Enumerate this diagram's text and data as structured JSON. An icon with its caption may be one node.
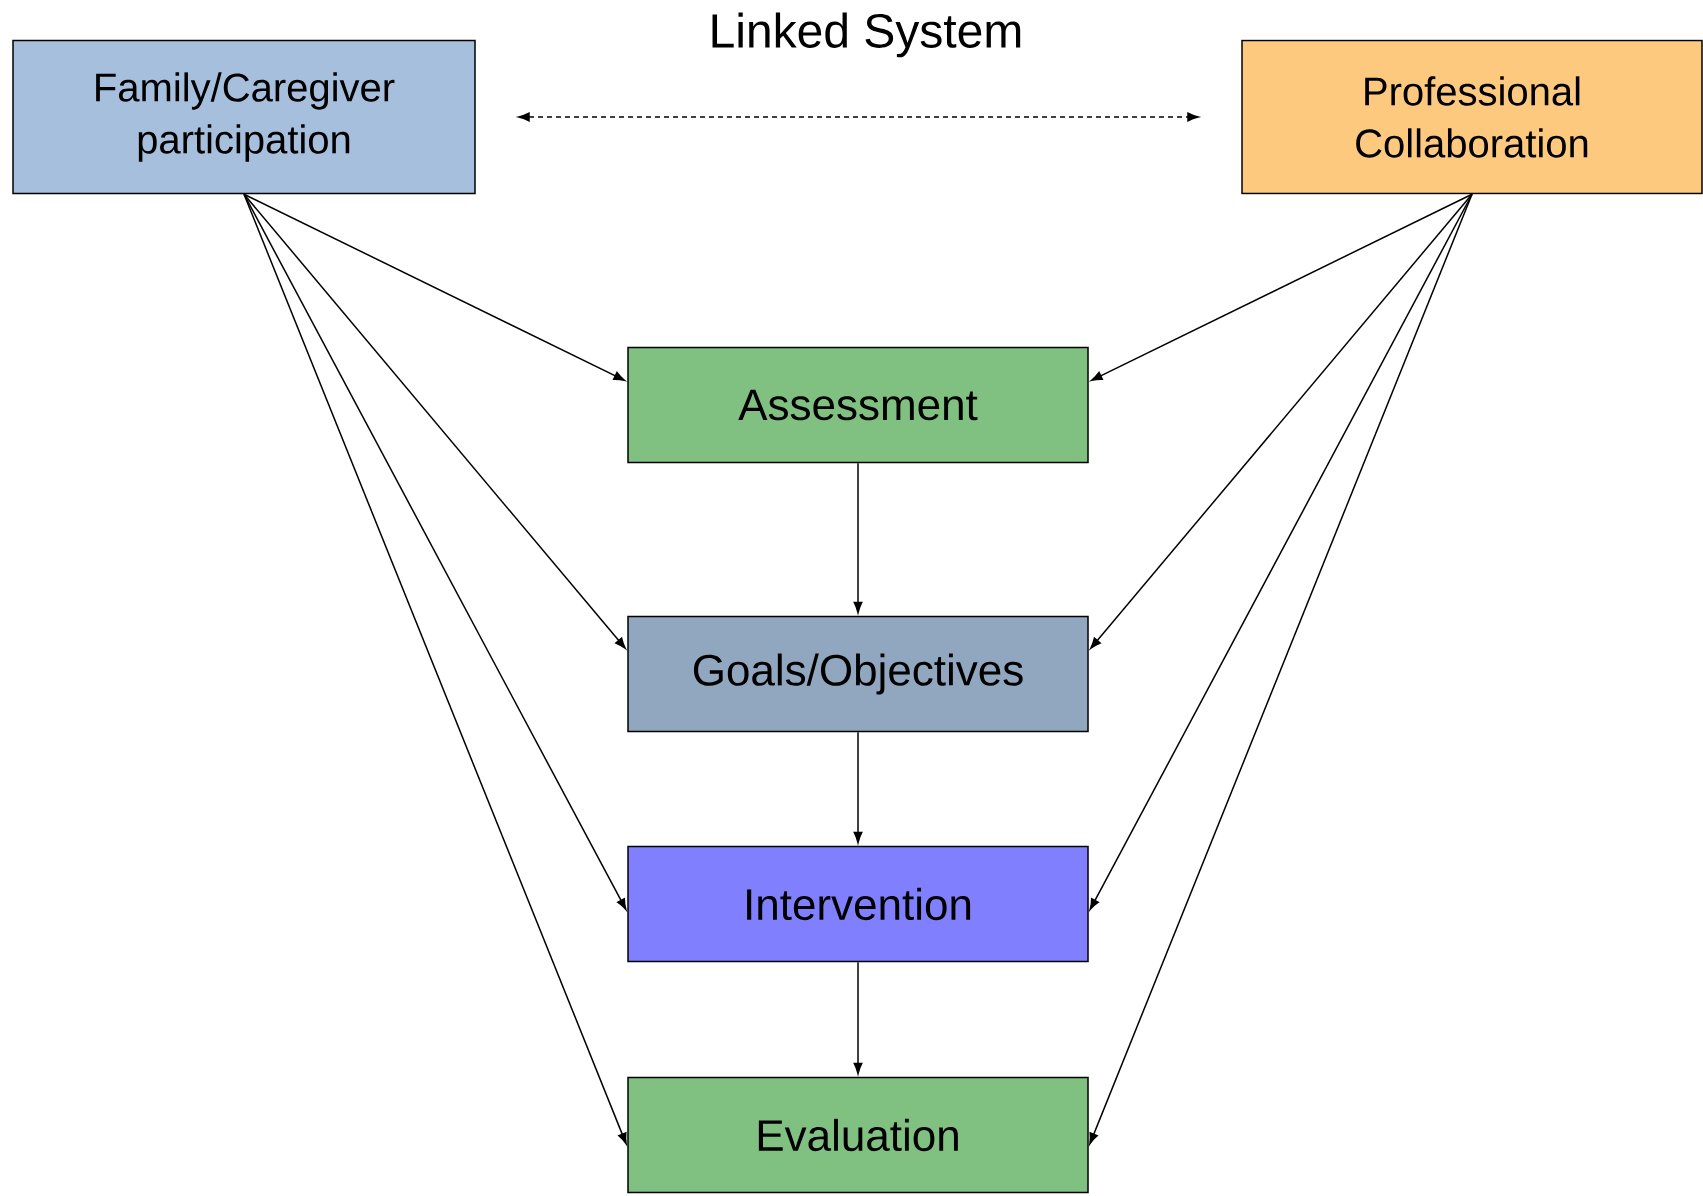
{
  "diagram": {
    "title": "Linked System",
    "nodes": [
      {
        "text": [
          "Family/Caregiver participation"
        ]
      },
      {
        "text": [
          "Professional Collaboration"
        ]
      },
      {
        "text": [
          "Assessment"
        ]
      },
      {
        "text": [
          "Goals/Objectives"
        ]
      },
      {
        "text": [
          "Intervention"
        ]
      },
      {
        "text": [
          "Evaluation"
        ]
      }
    ],
    "edges": [
      {
        "from": 0,
        "to": 1,
        "arrow": "both",
        "style": "dashed"
      },
      {
        "from": 0,
        "to": 2,
        "arrow": "to"
      },
      {
        "from": 0,
        "to": 3,
        "arrow": "to"
      },
      {
        "from": 0,
        "to": 4,
        "arrow": "to"
      },
      {
        "from": 0,
        "to": 5,
        "arrow": "to"
      },
      {
        "from": 1,
        "to": 2,
        "arrow": "to"
      },
      {
        "from": 1,
        "to": 3,
        "arrow": "to"
      },
      {
        "from": 1,
        "to": 4,
        "arrow": "to"
      },
      {
        "from": 1,
        "to": 5,
        "arrow": "to"
      },
      {
        "from": 2,
        "to": 3,
        "arrow": "to"
      },
      {
        "from": 3,
        "to": 4,
        "arrow": "to"
      },
      {
        "from": 4,
        "to": 5,
        "arrow": "to"
      }
    ]
  }
}
